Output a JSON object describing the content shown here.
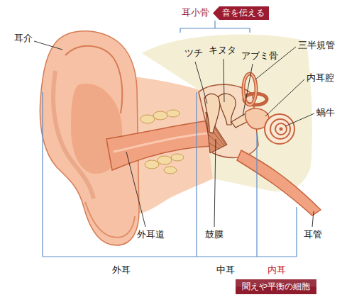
{
  "diagram": {
    "nodes": [
      {
        "text": [
          "音を伝える"
        ]
      },
      {
        "text": [
          "聞えや平衡の細胞"
        ]
      }
    ],
    "edges": [],
    "labels": [
      "耳小骨",
      "耳介",
      "ツチ",
      "キヌタ",
      "アブミ骨",
      "三半規管",
      "内耳腔",
      "蝸牛",
      "外耳道",
      "鼓膜",
      "耳管",
      "外耳",
      "中耳",
      "内耳"
    ]
  }
}
